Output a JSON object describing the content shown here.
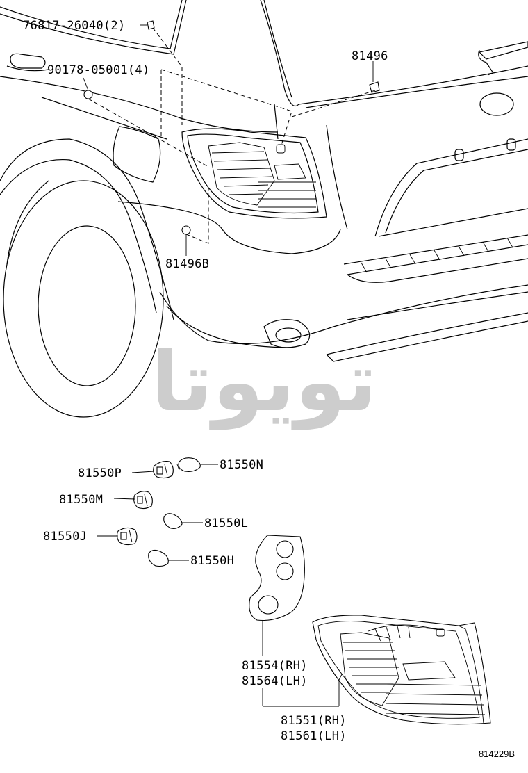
{
  "diagram": {
    "figure_code": "814229B",
    "watermark": "تویوتا",
    "callouts": [
      {
        "id": "c1",
        "text": "76817-26040(2)"
      },
      {
        "id": "c2",
        "text": "90178-05001(4)"
      },
      {
        "id": "c3",
        "text": "81496"
      },
      {
        "id": "c4",
        "text": "81496B"
      },
      {
        "id": "c5",
        "text": "81550P"
      },
      {
        "id": "c6",
        "text": "81550N"
      },
      {
        "id": "c7",
        "text": "81550M"
      },
      {
        "id": "c8",
        "text": "81550L"
      },
      {
        "id": "c9",
        "text": "81550J"
      },
      {
        "id": "c10",
        "text": "81550H"
      },
      {
        "id": "c11",
        "text": "81554(RH)"
      },
      {
        "id": "c12",
        "text": "81564(LH)"
      },
      {
        "id": "c13",
        "text": "81551(RH)"
      },
      {
        "id": "c14",
        "text": "81561(LH)"
      }
    ]
  }
}
